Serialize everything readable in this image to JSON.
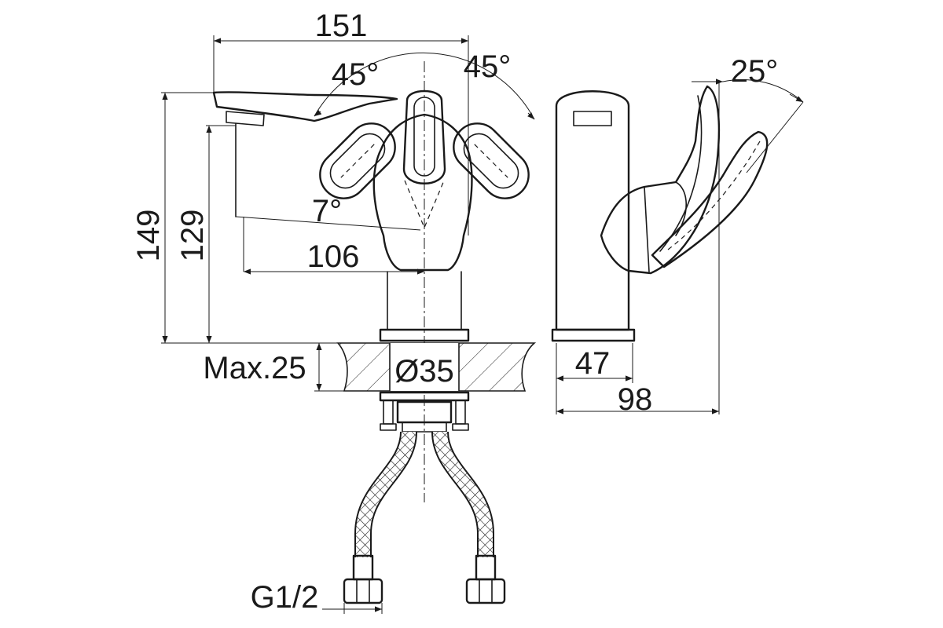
{
  "drawing": {
    "dimensions": {
      "overall_width": "151",
      "left_angle": "45°",
      "right_angle": "45°",
      "overall_height": "149",
      "spout_height": "129",
      "spout_tilt": "7°",
      "spout_reach": "106",
      "max_mount_thickness": "Max.25",
      "hole_diameter": "Ø35",
      "side_lever_angle": "25°",
      "side_body_depth": "47",
      "side_total_depth": "98",
      "connection_thread": "G1/2"
    }
  }
}
